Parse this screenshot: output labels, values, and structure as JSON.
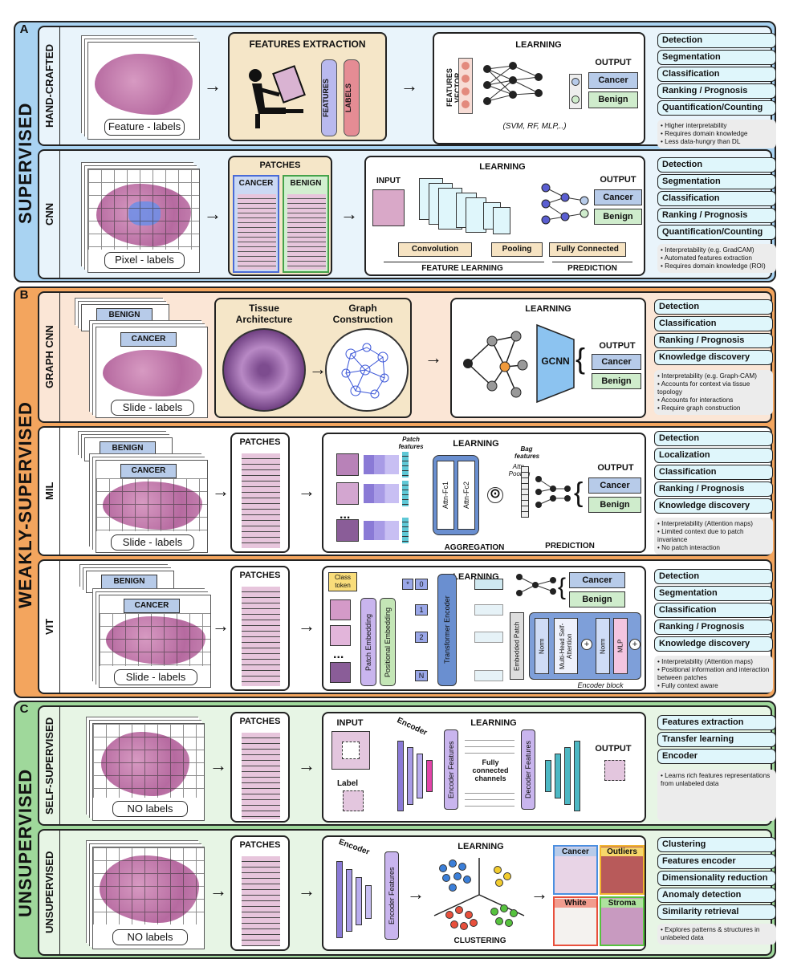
{
  "sections": [
    {
      "letter": "A",
      "name": "SUPERVISED"
    },
    {
      "letter": "B",
      "name": "WEAKLY-SUPERVISED"
    },
    {
      "letter": "C",
      "name": "UNSUPERVISED"
    }
  ],
  "rows": {
    "handcrafted": {
      "name": "HAND-CRAFTED",
      "slide_label": "Feature - labels",
      "extraction_title": "FEATURES EXTRACTION",
      "features": "FEATURES",
      "labels": "LABELS",
      "learning_title": "LEARNING",
      "features_vector": "FEATURES VECTOR",
      "output_title": "OUTPUT",
      "out1": "Cancer",
      "out2": "Benign",
      "models": "(SVM, RF, MLP,..)",
      "tasks": [
        "Detection",
        "Segmentation",
        "Classification",
        "Ranking / Prognosis",
        "Quantification/Counting"
      ],
      "notes": [
        "Higher interpretability",
        "Requires domain knowledge",
        "Less data-hungry than DL"
      ]
    },
    "cnn": {
      "name": "CNN",
      "slide_label": "Pixel - labels",
      "patches_title": "PATCHES",
      "patch_cancer": "CANCER",
      "patch_benign": "BENIGN",
      "learning_title": "LEARNING",
      "input": "INPUT",
      "output_title": "OUTPUT",
      "out1": "Cancer",
      "out2": "Benign",
      "convolution": "Convolution",
      "pooling": "Pooling",
      "fully_connected": "Fully Connected",
      "feature_learning": "FEATURE LEARNING",
      "prediction": "PREDICTION",
      "tasks": [
        "Detection",
        "Segmentation",
        "Classification",
        "Ranking / Prognosis",
        "Quantification/Counting"
      ],
      "notes": [
        "Interpretability (e.g. GradCAM)",
        "Automated features extraction",
        "Requires domain knowledge (ROI)"
      ]
    },
    "graphcnn": {
      "name": "GRAPH CNN",
      "benign": "BENIGN",
      "cancer": "CANCER",
      "slide_label": "Slide - labels",
      "tissue_arch": "Tissue Architecture",
      "graph_construct": "Graph Construction",
      "learning_title": "LEARNING",
      "gcnn": "GCNN",
      "output_title": "OUTPUT",
      "out1": "Cancer",
      "out2": "Benign",
      "tasks": [
        "Detection",
        "Classification",
        "Ranking / Prognosis",
        "Knowledge discovery"
      ],
      "notes": [
        "Interpretability (e.g. Graph-CAM)",
        "Accounts for context via tissue topology",
        "Accounts for interactions",
        "Require graph construction"
      ]
    },
    "mil": {
      "name": "MIL",
      "benign": "BENIGN",
      "cancer": "CANCER",
      "slide_label": "Slide - labels",
      "patches_title": "PATCHES",
      "patch_features": "Patch features",
      "learning_title": "LEARNING",
      "attn1": "Attn-Fc1",
      "attn2": "Attn-Fc2",
      "attn_pooling": "Attn. Pooling",
      "bag_features": "Bag features",
      "output_title": "OUTPUT",
      "out1": "Cancer",
      "out2": "Benign",
      "aggregation": "AGGREGATION",
      "prediction": "PREDICTION",
      "tasks": [
        "Detection",
        "Localization",
        "Classification",
        "Ranking / Prognosis",
        "Knowledge discovery"
      ],
      "notes": [
        "Interpretability (Attention maps)",
        "Limited context due to patch invariance",
        "No patch interaction"
      ]
    },
    "vit": {
      "name": "VIT",
      "benign": "BENIGN",
      "cancer": "CANCER",
      "slide_label": "Slide - labels",
      "patches_title": "PATCHES",
      "class_token": "Class token",
      "learning_title": "LEARNING",
      "patch_embedding": "Patch Embedding",
      "positional_embedding": "Positional Embedding",
      "transformer_encoder": "Transformer Encoder",
      "embedded_patch": "Embedded Patch",
      "norm": "Norm",
      "mhsa": "Multi-Head Self-Attention",
      "mlp": "MLP",
      "encoder_block": "Encoder block",
      "tokens": [
        "0",
        "1",
        "2",
        "N"
      ],
      "star": "*",
      "ellipsis": "...",
      "out1": "Cancer",
      "out2": "Benign",
      "tasks": [
        "Detection",
        "Segmentation",
        "Classification",
        "Ranking / Prognosis",
        "Knowledge discovery"
      ],
      "notes": [
        "Interpretability (Attention maps)",
        "Positional information and interaction between patches",
        "Fully context aware"
      ]
    },
    "selfsup": {
      "name": "SELF-SUPERVISED",
      "slide_label": "NO labels",
      "patches_title": "PATCHES",
      "input": "INPUT",
      "label": "Label",
      "encoder": "Encoder",
      "learning_title": "LEARNING",
      "encoder_features": "Encoder Features",
      "fully_connected": "Fully connected channels",
      "decoder_features": "Decoder Features",
      "output_title": "OUTPUT",
      "tasks": [
        "Features extraction",
        "Transfer learning",
        "Encoder"
      ],
      "notes": [
        "Learns rich features representations from unlabeled data"
      ]
    },
    "unsup": {
      "name": "UNSUPERVISED",
      "slide_label": "NO labels",
      "patches_title": "PATCHES",
      "encoder": "Encoder",
      "encoder_features": "Encoder Features",
      "learning_title": "LEARNING",
      "clustering": "CLUSTERING",
      "cancer": "Cancer",
      "outliers": "Outliers",
      "white": "White",
      "stroma": "Stroma",
      "tasks": [
        "Clustering",
        "Features encoder",
        "Dimensionality reduction",
        "Anomaly detection",
        "Similarity retrieval"
      ],
      "notes": [
        "Explores patterns & structures in unlabeled data"
      ]
    }
  },
  "colors": {
    "supervised": "#a9d3f2",
    "weakly": "#f3a55e",
    "unsupervised": "#9fd89b",
    "cancer": "#b7cbe9",
    "benign": "#cfeccc",
    "task": "#dff6fb"
  }
}
